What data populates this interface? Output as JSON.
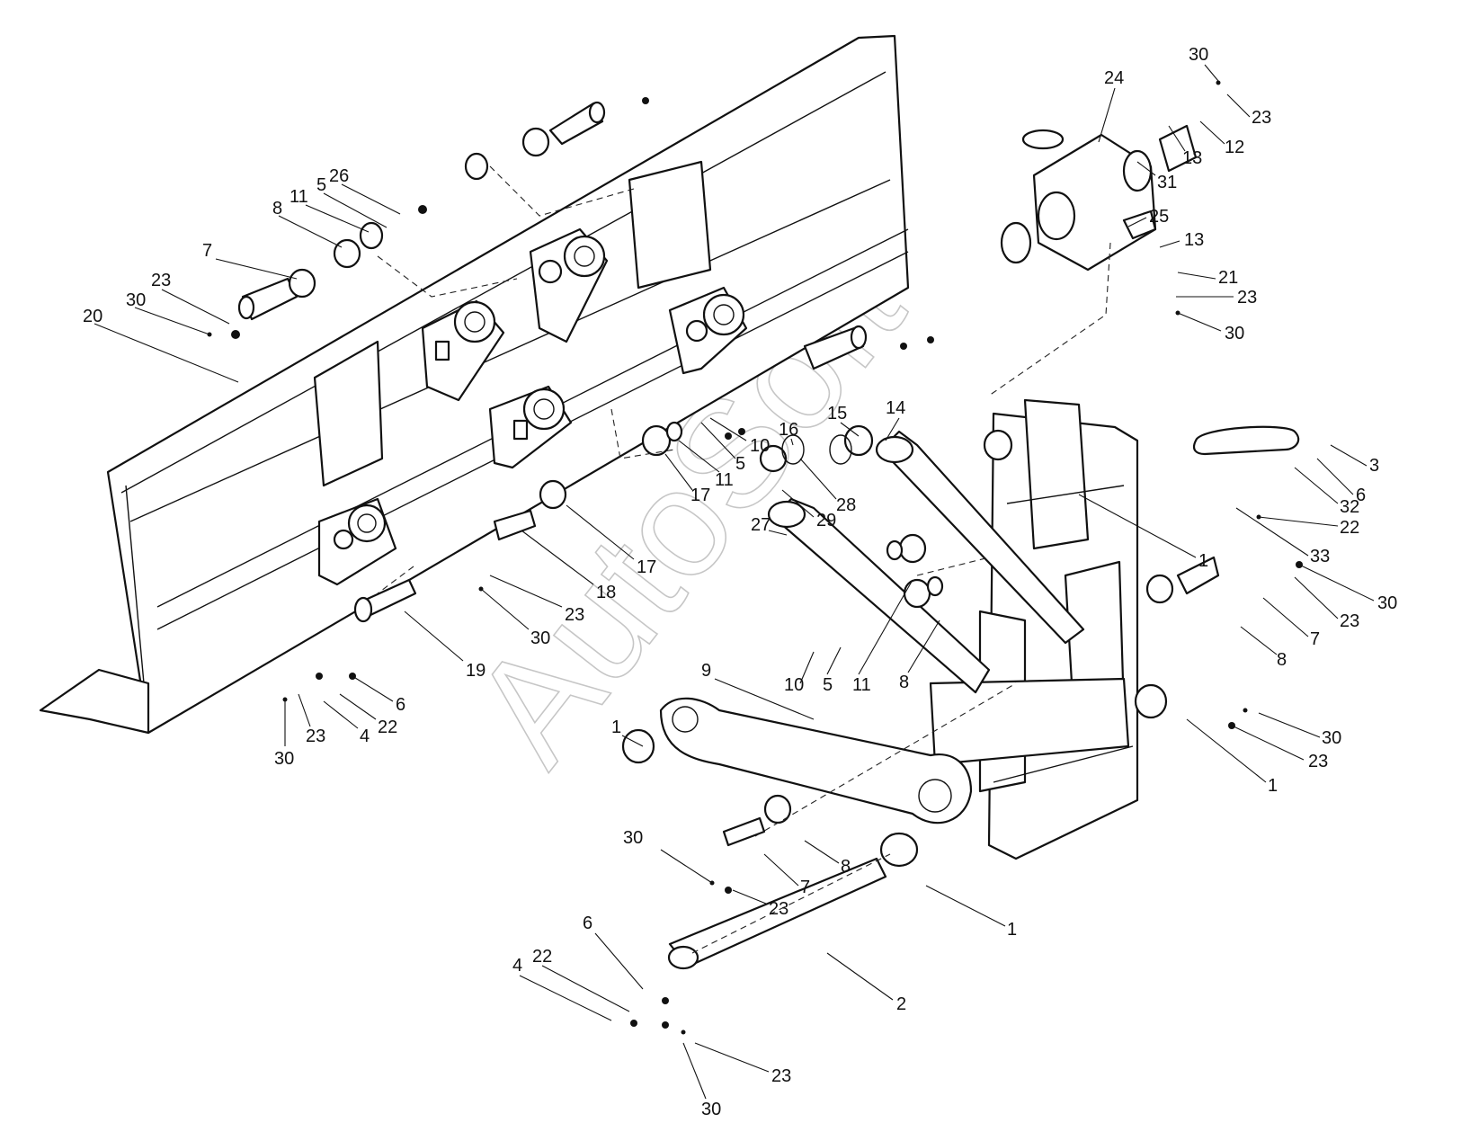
{
  "diagram": {
    "watermark": "AutoSoft",
    "callouts": [
      {
        "id": "c30a",
        "label": "30"
      },
      {
        "id": "c23a",
        "label": "23"
      },
      {
        "id": "c24",
        "label": "24"
      },
      {
        "id": "c12",
        "label": "12"
      },
      {
        "id": "c13a",
        "label": "13"
      },
      {
        "id": "c31",
        "label": "31"
      },
      {
        "id": "c25",
        "label": "25"
      },
      {
        "id": "c13b",
        "label": "13"
      },
      {
        "id": "c21",
        "label": "21"
      },
      {
        "id": "c23b",
        "label": "23"
      },
      {
        "id": "c30b",
        "label": "30"
      },
      {
        "id": "c26",
        "label": "26"
      },
      {
        "id": "c5a",
        "label": "5"
      },
      {
        "id": "c11a",
        "label": "11"
      },
      {
        "id": "c8a",
        "label": "8"
      },
      {
        "id": "c7a",
        "label": "7"
      },
      {
        "id": "c23c",
        "label": "23"
      },
      {
        "id": "c30c",
        "label": "30"
      },
      {
        "id": "c20",
        "label": "20"
      },
      {
        "id": "c14",
        "label": "14"
      },
      {
        "id": "c15",
        "label": "15"
      },
      {
        "id": "c16",
        "label": "16"
      },
      {
        "id": "c10a",
        "label": "10"
      },
      {
        "id": "c5b",
        "label": "5"
      },
      {
        "id": "c11b",
        "label": "11"
      },
      {
        "id": "c17a",
        "label": "17"
      },
      {
        "id": "c28",
        "label": "28"
      },
      {
        "id": "c29",
        "label": "29"
      },
      {
        "id": "c27",
        "label": "27"
      },
      {
        "id": "c17b",
        "label": "17"
      },
      {
        "id": "c18",
        "label": "18"
      },
      {
        "id": "c23d",
        "label": "23"
      },
      {
        "id": "c30d",
        "label": "30"
      },
      {
        "id": "c19",
        "label": "19"
      },
      {
        "id": "c6a",
        "label": "6"
      },
      {
        "id": "c22a",
        "label": "22"
      },
      {
        "id": "c4a",
        "label": "4"
      },
      {
        "id": "c23e",
        "label": "23"
      },
      {
        "id": "c30e",
        "label": "30"
      },
      {
        "id": "c3",
        "label": "3"
      },
      {
        "id": "c6b",
        "label": "6"
      },
      {
        "id": "c32",
        "label": "32"
      },
      {
        "id": "c22b",
        "label": "22"
      },
      {
        "id": "c1a",
        "label": "1"
      },
      {
        "id": "c33",
        "label": "33"
      },
      {
        "id": "c30f",
        "label": "30"
      },
      {
        "id": "c23f",
        "label": "23"
      },
      {
        "id": "c7b",
        "label": "7"
      },
      {
        "id": "c8b",
        "label": "8"
      },
      {
        "id": "c10b",
        "label": "10"
      },
      {
        "id": "c5c",
        "label": "5"
      },
      {
        "id": "c11c",
        "label": "11"
      },
      {
        "id": "c8c",
        "label": "8"
      },
      {
        "id": "c9",
        "label": "9"
      },
      {
        "id": "c1b",
        "label": "1"
      },
      {
        "id": "c30g",
        "label": "30"
      },
      {
        "id": "c23g",
        "label": "23"
      },
      {
        "id": "c1c",
        "label": "1"
      },
      {
        "id": "c30h",
        "label": "30"
      },
      {
        "id": "c8d",
        "label": "8"
      },
      {
        "id": "c7c",
        "label": "7"
      },
      {
        "id": "c23h",
        "label": "23"
      },
      {
        "id": "c1d",
        "label": "1"
      },
      {
        "id": "c6c",
        "label": "6"
      },
      {
        "id": "c22c",
        "label": "22"
      },
      {
        "id": "c4b",
        "label": "4"
      },
      {
        "id": "c2",
        "label": "2"
      },
      {
        "id": "c23i",
        "label": "23"
      },
      {
        "id": "c30i",
        "label": "30"
      }
    ]
  }
}
